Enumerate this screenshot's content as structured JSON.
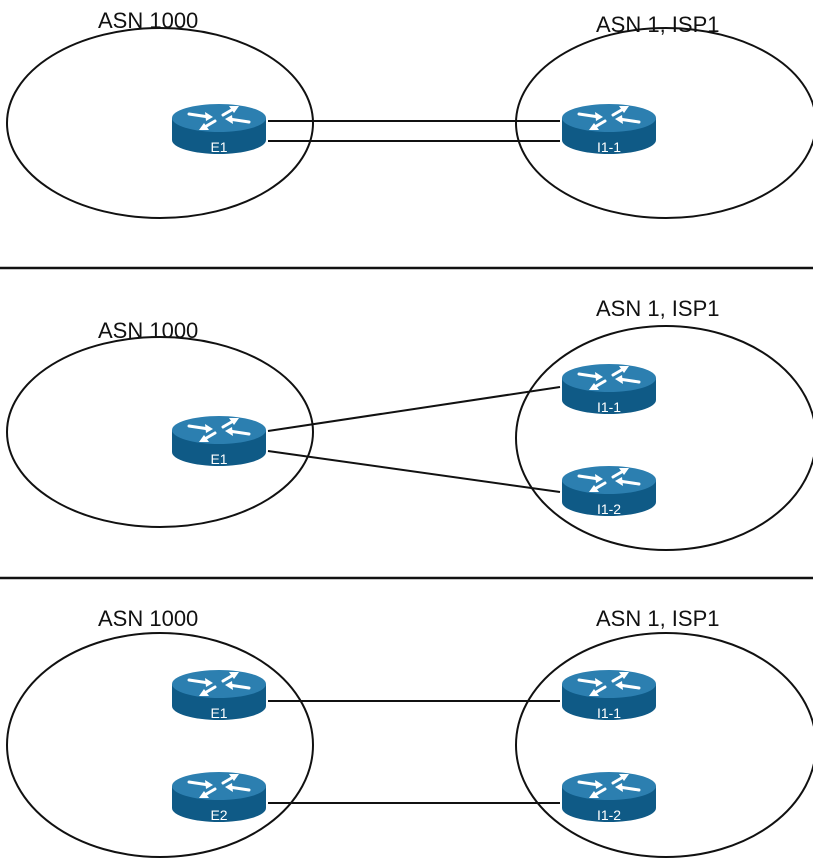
{
  "colors": {
    "router_top": "#2c7fb0",
    "router_side": "#0f5a86",
    "router_arrow": "#ffffff",
    "line": "#111111"
  },
  "icon": "router-icon",
  "panels": [
    {
      "left_label": "ASN 1000",
      "right_label": "ASN 1, ISP1",
      "left_routers": [
        "E1"
      ],
      "right_routers": [
        "I1-1"
      ]
    },
    {
      "left_label": "ASN 1000",
      "right_label": "ASN 1, ISP1",
      "left_routers": [
        "E1"
      ],
      "right_routers": [
        "I1-1",
        "I1-2"
      ]
    },
    {
      "left_label": "ASN 1000",
      "right_label": "ASN 1, ISP1",
      "left_routers": [
        "E1",
        "E2"
      ],
      "right_routers": [
        "I1-1",
        "I1-2"
      ]
    }
  ]
}
